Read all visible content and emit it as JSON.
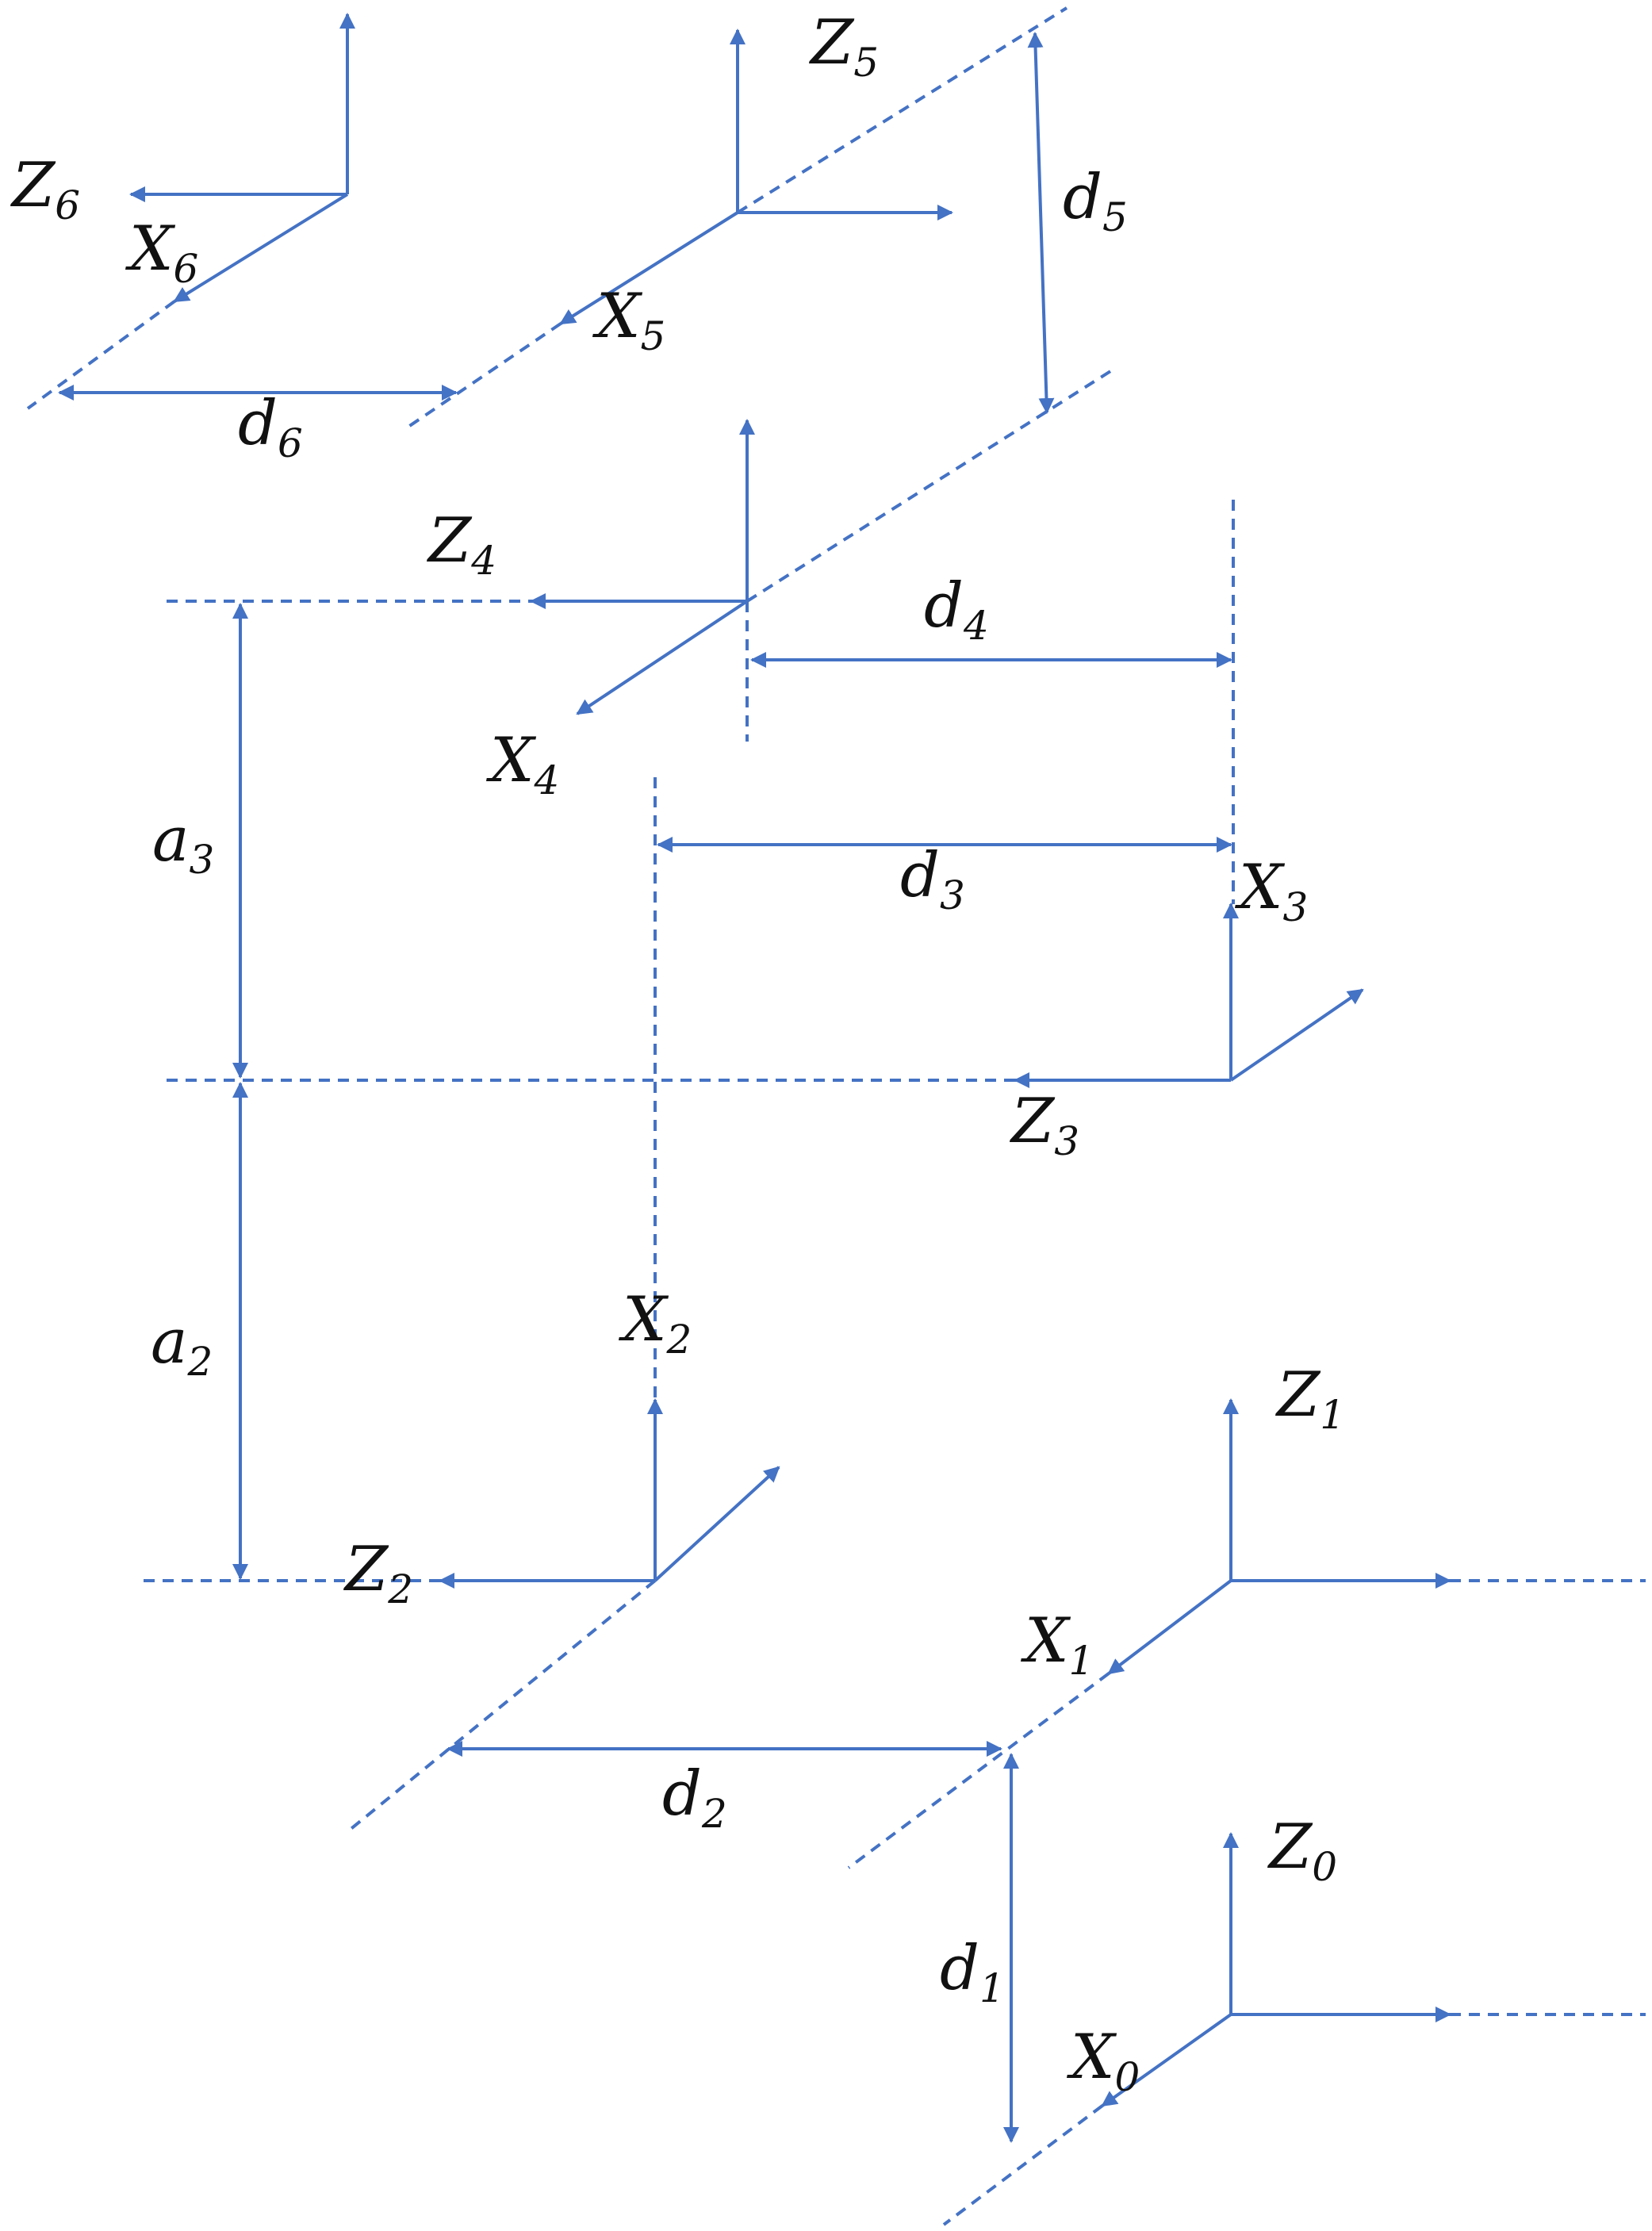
{
  "colors": {
    "axis": "#4472C4",
    "text": "#111111"
  },
  "labels": {
    "z6": {
      "base": "Z",
      "sub": "6"
    },
    "x6": {
      "base": "X",
      "sub": "6"
    },
    "z5": {
      "base": "Z",
      "sub": "5"
    },
    "x5": {
      "base": "X",
      "sub": "5"
    },
    "d5": {
      "base": "d",
      "sub": "5"
    },
    "d6": {
      "base": "d",
      "sub": "6"
    },
    "z4": {
      "base": "Z",
      "sub": "4"
    },
    "x4": {
      "base": "X",
      "sub": "4"
    },
    "d4": {
      "base": "d",
      "sub": "4"
    },
    "a3": {
      "base": "a",
      "sub": "3"
    },
    "d3": {
      "base": "d",
      "sub": "3"
    },
    "x3": {
      "base": "X",
      "sub": "3"
    },
    "z3": {
      "base": "Z",
      "sub": "3"
    },
    "a2": {
      "base": "a",
      "sub": "2"
    },
    "x2": {
      "base": "X",
      "sub": "2"
    },
    "z2": {
      "base": "Z",
      "sub": "2"
    },
    "z1": {
      "base": "Z",
      "sub": "1"
    },
    "x1": {
      "base": "X",
      "sub": "1"
    },
    "d2": {
      "base": "d",
      "sub": "2"
    },
    "z0": {
      "base": "Z",
      "sub": "0"
    },
    "d1": {
      "base": "d",
      "sub": "1"
    },
    "x0": {
      "base": "X",
      "sub": "0"
    }
  }
}
